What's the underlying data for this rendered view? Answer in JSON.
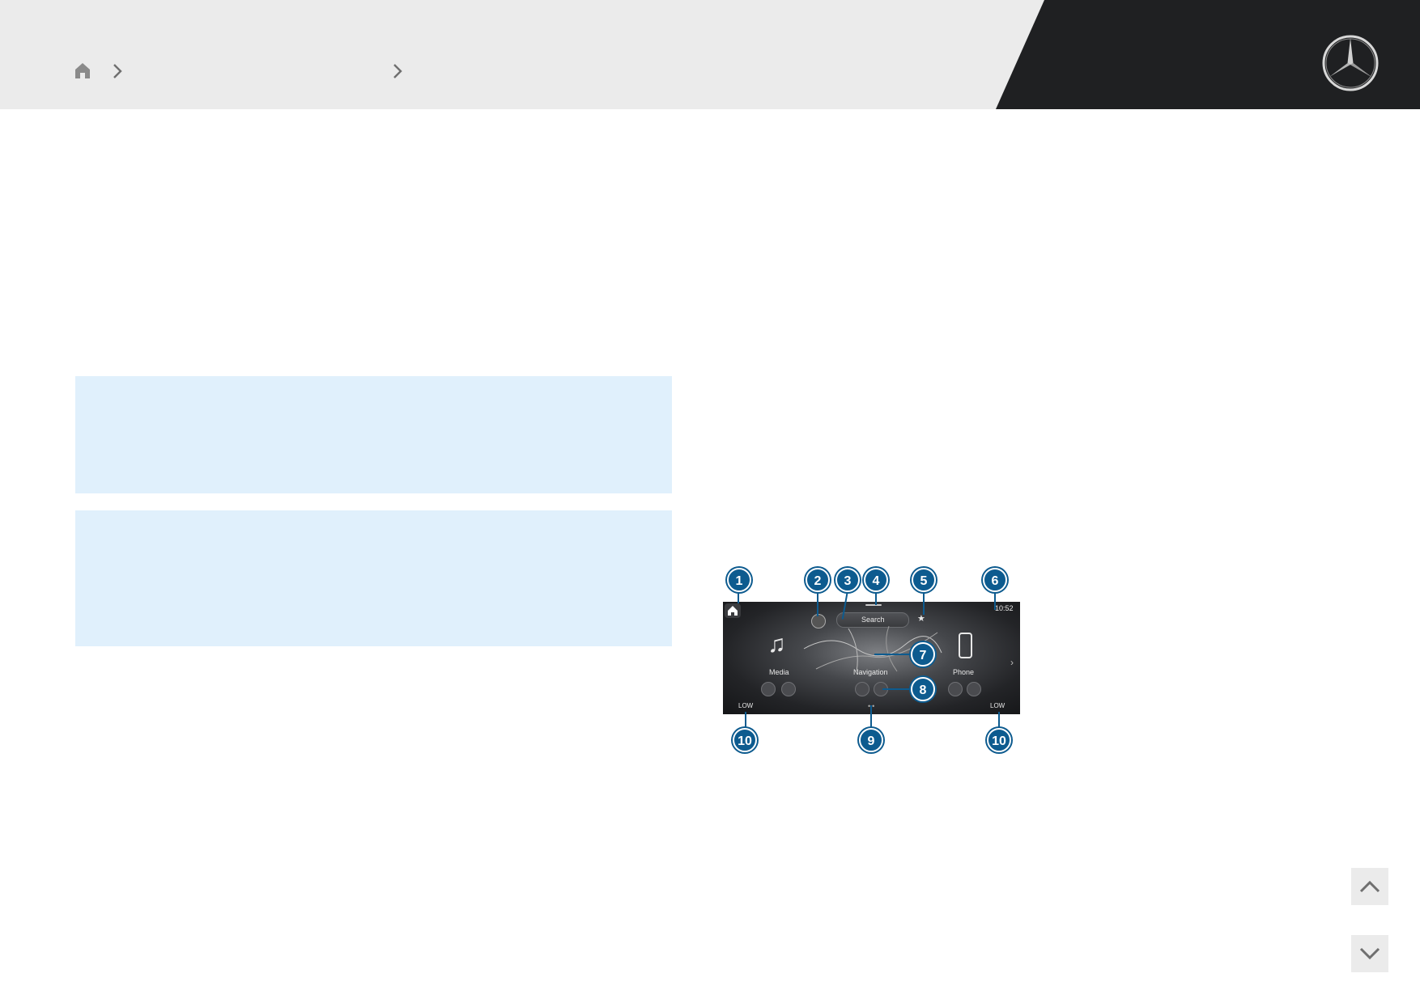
{
  "header": {
    "breadcrumb_icon": "home-icon",
    "separator_icon": "chevron-right-icon",
    "logo_icon": "three-pointed-star-logo"
  },
  "figure": {
    "screen": {
      "search_label": "Search",
      "clock": "10:52",
      "tiles": [
        {
          "label": "Media",
          "icon": "music-note-icon"
        },
        {
          "label": "Navigation",
          "icon": "map-icon"
        },
        {
          "label": "Phone",
          "icon": "phone-icon"
        }
      ],
      "left_temp": "LOW",
      "right_temp": "LOW"
    },
    "callouts": [
      "1",
      "2",
      "3",
      "4",
      "5",
      "6",
      "7",
      "8",
      "9",
      "10",
      "10"
    ]
  },
  "navigation": {
    "up_icon": "chevron-up-icon",
    "down_icon": "chevron-down-icon"
  },
  "colors": {
    "header_bg": "#ebebeb",
    "header_dark": "#1f2022",
    "info_box": "#e0f0fc",
    "callout": "#0d5b8f"
  }
}
